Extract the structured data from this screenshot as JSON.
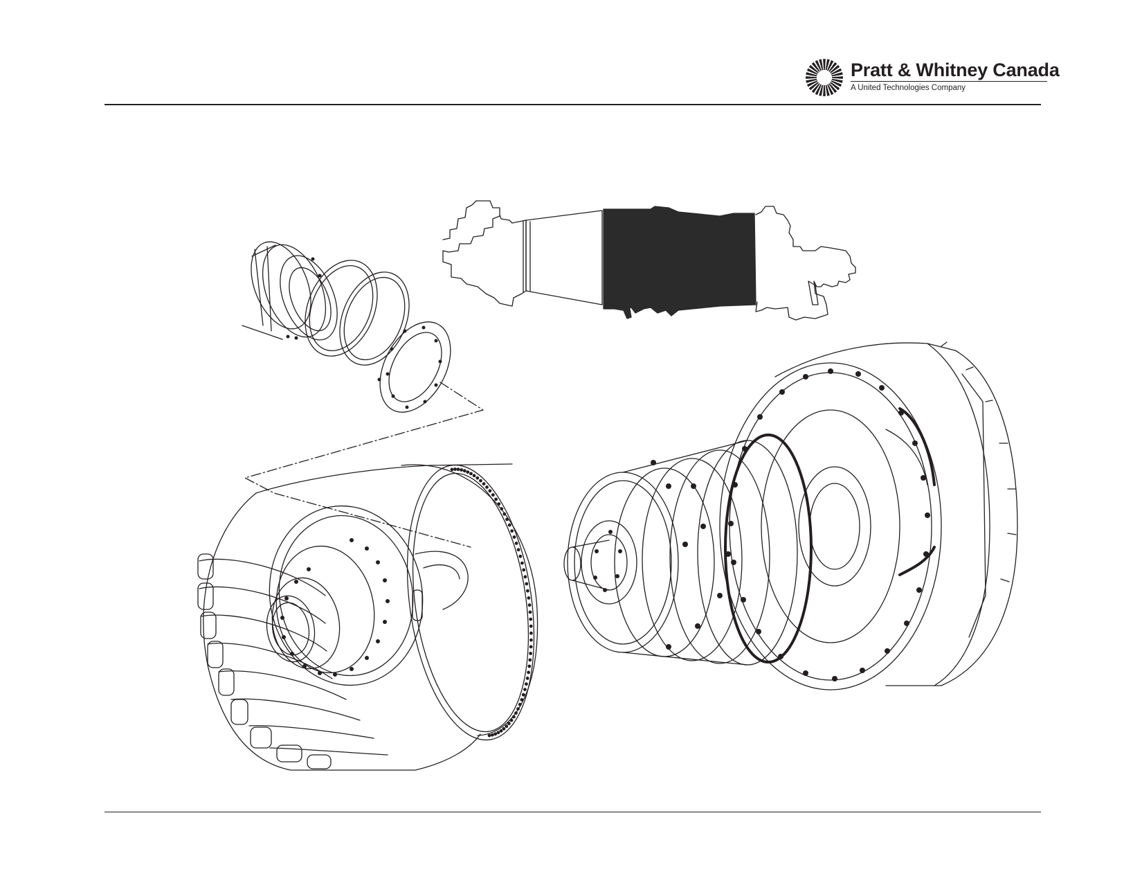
{
  "header": {
    "brand_name": "Pratt & Whitney Canada",
    "brand_tagline": "A United Technologies Company"
  },
  "colors": {
    "ink": "#231f20",
    "highlight_fill": "#2b2b2b",
    "paper": "#ffffff"
  },
  "illustration": {
    "engine_locator": {
      "highlighted_section": "hot section"
    },
    "icons": [
      "sunburst-logo-icon"
    ]
  }
}
